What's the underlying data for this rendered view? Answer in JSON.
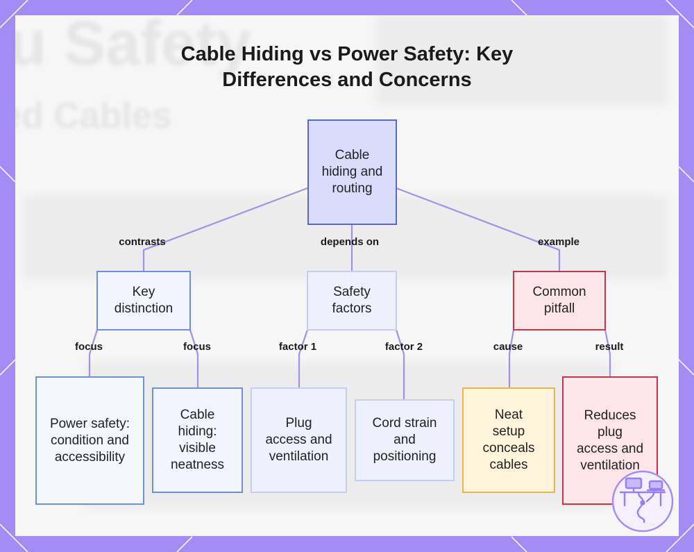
{
  "title": {
    "line1": "Cable Hiding vs Power Safety: Key",
    "line2": "Differences and Concerns"
  },
  "nodes": {
    "root": "Cable hiding and routing",
    "key_distinction": "Key distinction",
    "safety_factors": "Safety factors",
    "common_pitfall": "Common pitfall",
    "power_safety": "Power safety: condition and accessibility",
    "cable_hiding": "Cable hiding: visible neatness",
    "plug_access": "Plug access and ventilation",
    "cord_strain": "Cord strain and positioning",
    "neat_setup": "Neat setup conceals cables",
    "reduces_plug": "Reduces plug access and ventilation"
  },
  "edge_labels": {
    "contrasts": "contrasts",
    "depends_on": "depends on",
    "example": "example",
    "focus_1": "focus",
    "focus_2": "focus",
    "factor_1": "factor 1",
    "factor_2": "factor 2",
    "cause": "cause",
    "result": "result"
  },
  "colors": {
    "frame": "#a58cf5",
    "edge": "#a48ee8",
    "root_fill": "#d9dcfb",
    "root_border": "#5a66c9",
    "blue_fill": "#f2f5fd",
    "blue_border": "#6f8fd8",
    "red_fill": "#fde5ea",
    "red_border": "#c8324a",
    "yellow_fill": "#fff4dc",
    "yellow_border": "#eab54a"
  },
  "icons": {
    "badge": "desk-computer-cables-icon"
  }
}
